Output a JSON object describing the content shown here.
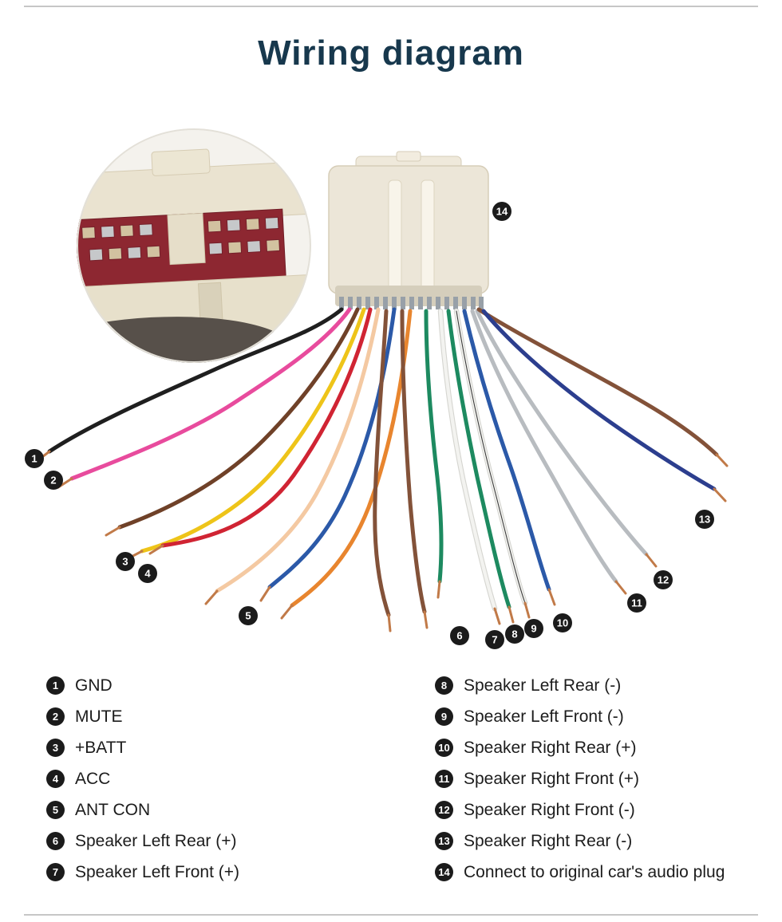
{
  "title": "Wiring diagram",
  "colors": {
    "title_accent": "#17384d",
    "badge": "#1b1b1b",
    "rule": "#c6c6c6"
  },
  "wire_colors": {
    "black": "#1f1f1f",
    "pink": "#e84b9d",
    "yellow": "#eec419",
    "red": "#d02433",
    "peach": "#f4c9a2",
    "brown": "#835239",
    "brown_dark": "#6f4128",
    "orange": "#e8852e",
    "blue": "#2b59a8",
    "navy": "#2c3e8e",
    "green": "#1d8a60",
    "white": "#f3f3f0",
    "white_edge": "#d5d5d0",
    "stripe": "#3d3d3d",
    "gray": "#b8bcc0",
    "copper": "#c17a48"
  },
  "legend": {
    "items": [
      {
        "num": "1",
        "label": "GND"
      },
      {
        "num": "2",
        "label": "MUTE"
      },
      {
        "num": "3",
        "label": "+BATT"
      },
      {
        "num": "4",
        "label": "ACC"
      },
      {
        "num": "5",
        "label": "ANT CON"
      },
      {
        "num": "6",
        "label": "Speaker Left Rear (+)"
      },
      {
        "num": "7",
        "label": "Speaker Left Front (+)"
      },
      {
        "num": "8",
        "label": "Speaker Left Rear (-)"
      },
      {
        "num": "9",
        "label": "Speaker Left Front (-)"
      },
      {
        "num": "10",
        "label": "Speaker Right Rear (+)"
      },
      {
        "num": "11",
        "label": "Speaker Right Front (+)"
      },
      {
        "num": "12",
        "label": "Speaker Right Front (-)"
      },
      {
        "num": "13",
        "label": "Speaker Right Rear (-)"
      },
      {
        "num": "14",
        "label": "Connect to original car's audio plug"
      }
    ]
  }
}
